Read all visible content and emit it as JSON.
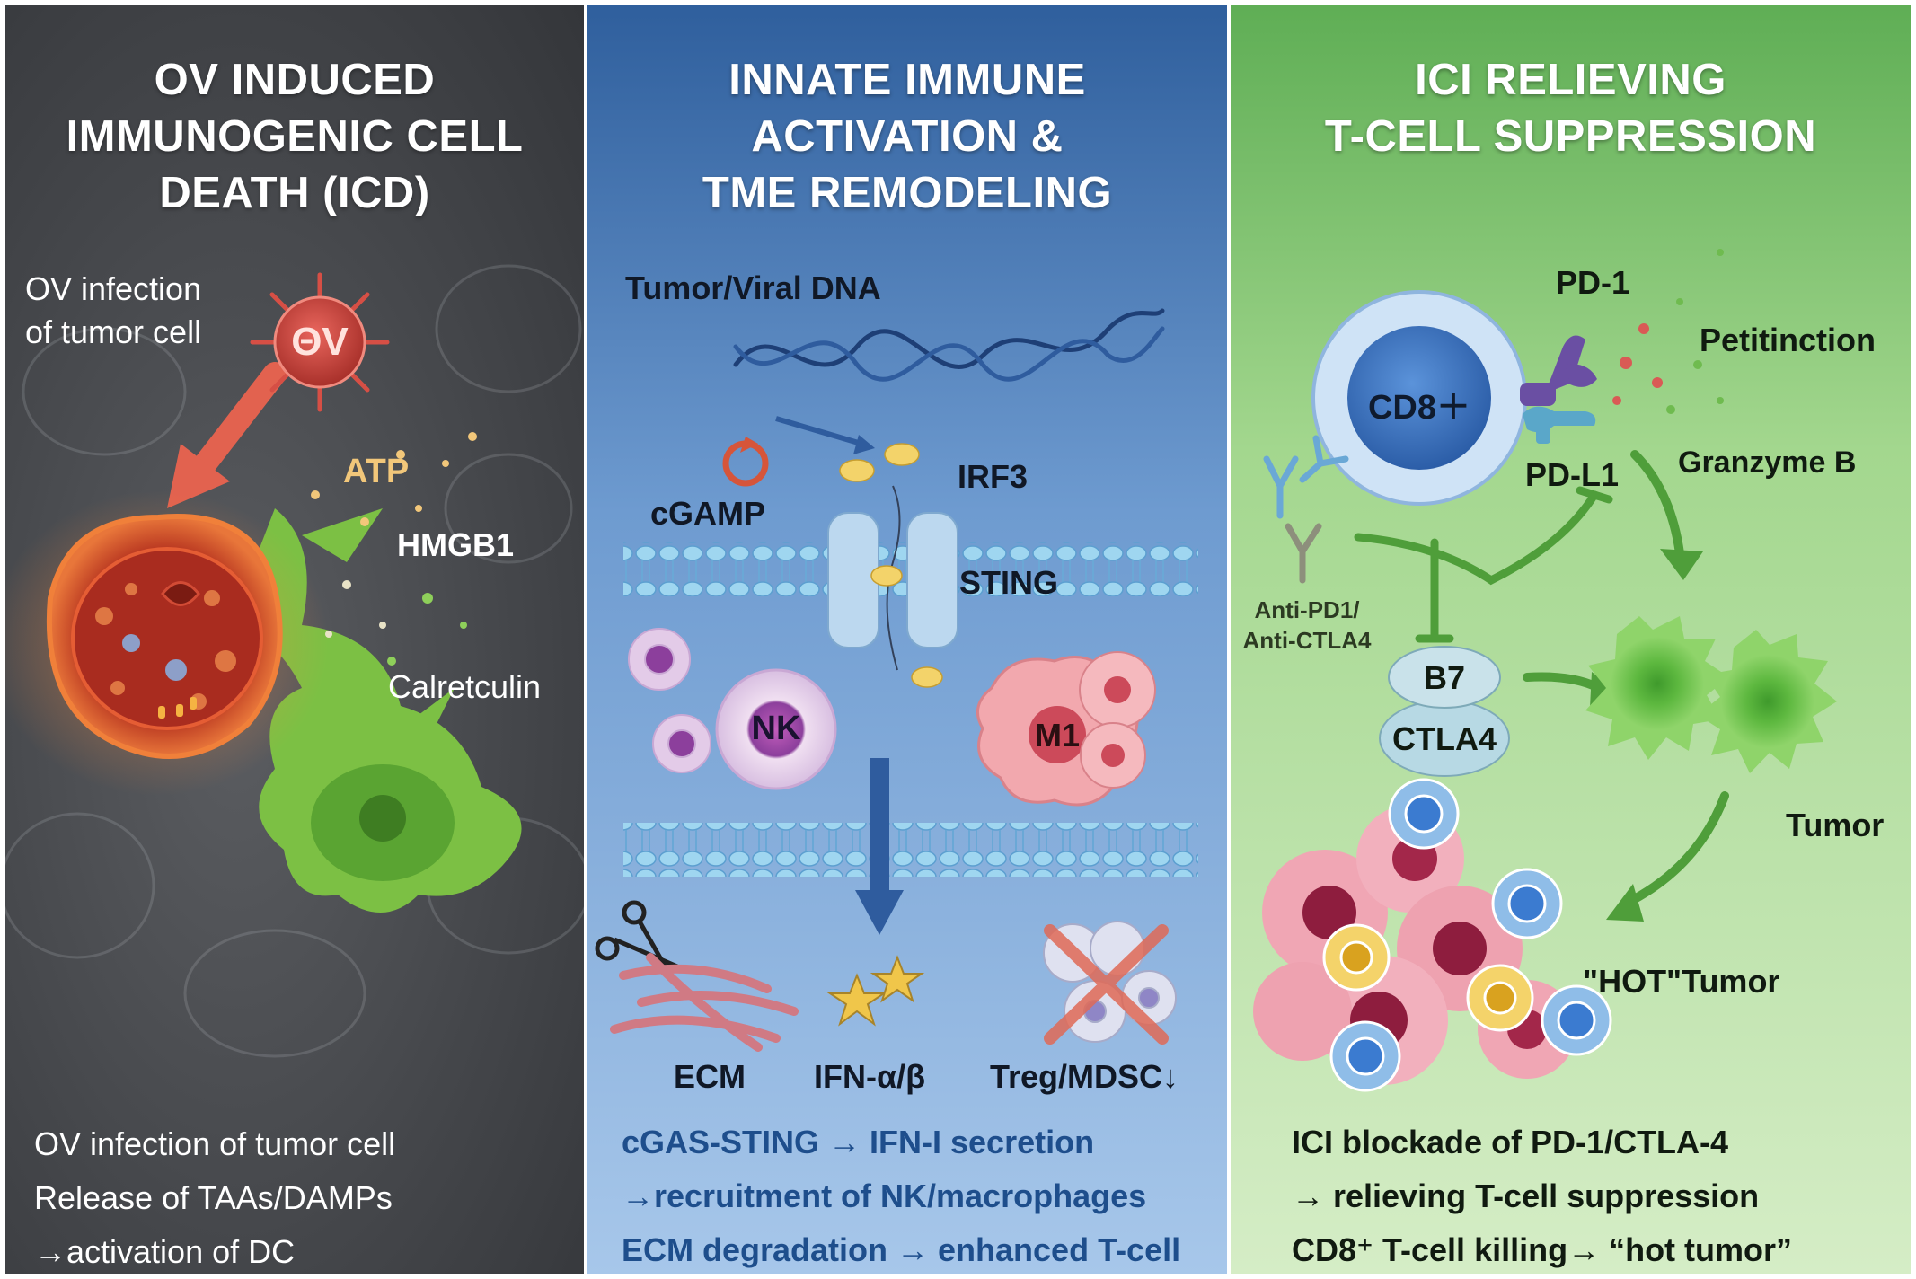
{
  "panels": [
    {
      "title_lines": [
        "OV INDUCED",
        "IMMUNOGENIC CELL",
        "DEATH (ICD)"
      ],
      "labels": {
        "infection": [
          "OV infection",
          "of tumor cell"
        ],
        "virus": "ΘV",
        "atp": "ATP",
        "hmgb1": "HMGB1",
        "calreticulin": "Calretculin"
      },
      "footer": [
        "OV infection of tumor cell",
        "Release of TAAs/DAMPs",
        "→activation of DC"
      ],
      "colors": {
        "background": "#45474b",
        "virus": "#c8413a",
        "dc": "#7cc044",
        "atp": "#f2c77a"
      }
    },
    {
      "title_lines": [
        "INNATE IMMUNE",
        "ACTIVATION &",
        "TME REMODELING"
      ],
      "labels": {
        "dna": "Tumor/Viral DNA",
        "cgamp": "cGAMP",
        "irf3": "IRF3",
        "sting": "STING",
        "nk": "NK",
        "m1": "M1",
        "ecm": "ECM",
        "ifn": "IFN-α/β",
        "treg": "Treg/MDSC↓"
      },
      "footer": [
        "cGAS-STING → IFN-I secretion",
        "→recruitment of NK/macrophages",
        "ECM degradation → enhanced T-cell"
      ],
      "colors": {
        "background": "#6e9bd0",
        "footer_text": "#1e4e8c",
        "membrane": "#9fd6f0"
      }
    },
    {
      "title_lines": [
        "ICI RELIEVING",
        "T-CELL SUPPRESSION"
      ],
      "labels": {
        "cd8": "CD8＋",
        "pd1": "PD-1",
        "pdl1": "PD-L1",
        "petitinction": "Petitinction",
        "granzyme": "Granzyme B",
        "anti": [
          "Anti-PD1/",
          "Anti-CTLA4"
        ],
        "b7": "B7",
        "ctla4": "CTLA4",
        "tumor": "Tumor",
        "hot": "\"HOT\"Tumor"
      },
      "footer": [
        "ICI blockade of PD-1/CTLA-4",
        "→ relieving T-cell suppression",
        "CD8⁺ T-cell killing→ “hot tumor”"
      ],
      "colors": {
        "background": "#a3d78e",
        "cd8": "#3f78c8",
        "pd1": "#6a4fa3",
        "arrow": "#4f9e3a"
      }
    }
  ]
}
